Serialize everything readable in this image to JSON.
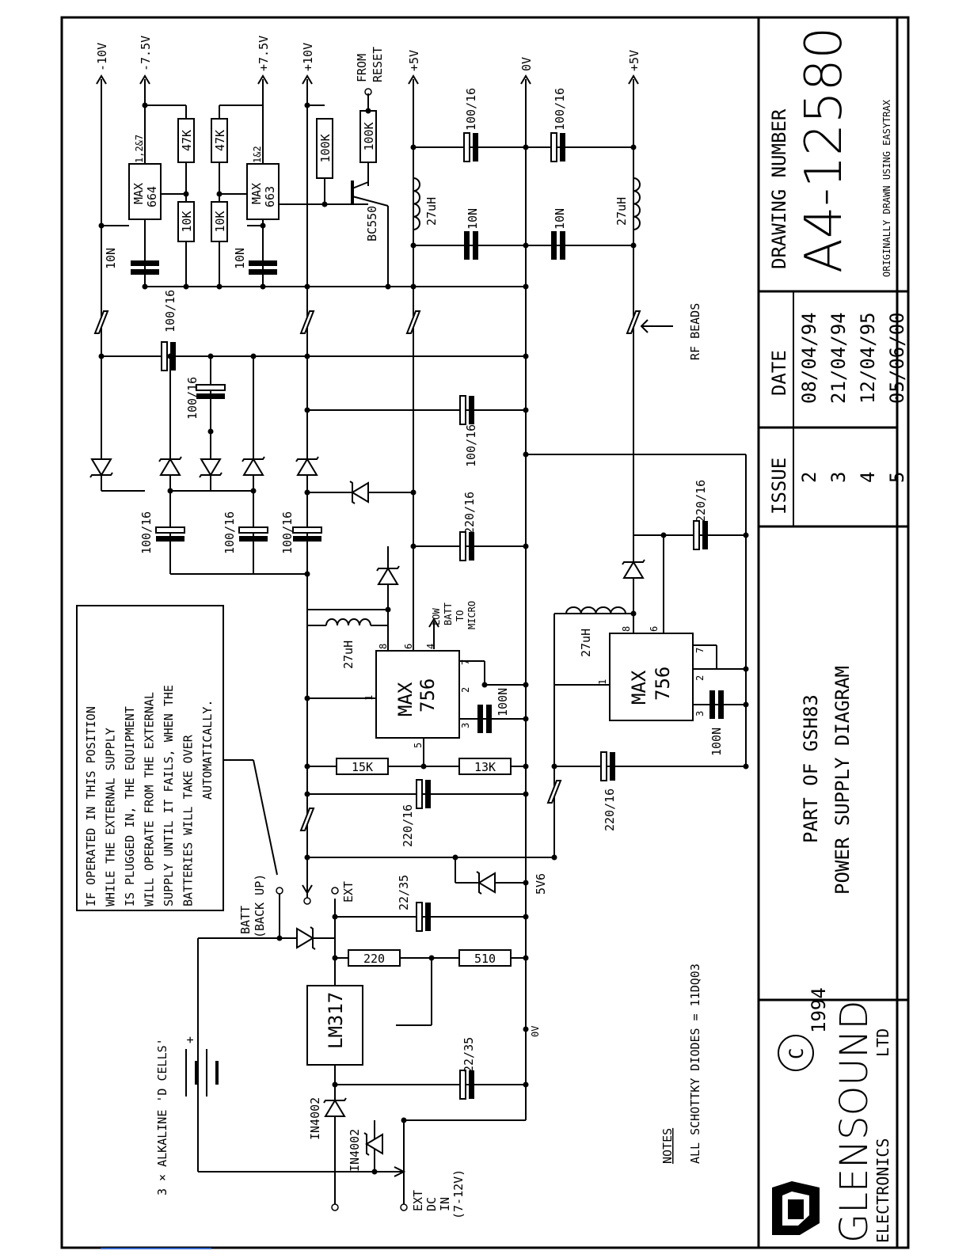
{
  "rails": {
    "neg10": "-10V",
    "neg7v5": "-7.5V",
    "pos7v5": "+7.5V",
    "pos10": "+10V",
    "from_reset": "FROM RESET",
    "pos5_a": "+5V",
    "zero": "0V",
    "pos5_b": "+5V"
  },
  "components": {
    "max664": "MAX 664",
    "max664_pins": "1,2&7",
    "max663": "MAX 663",
    "max663_pins": "1&2",
    "r47k": "47K",
    "r10k": "10K",
    "r100k": "100K",
    "q": "BC550",
    "c10n": "10N",
    "c100_16": "100/16",
    "c220_16": "220/16",
    "c22_35": "22/35",
    "c100n": "100N",
    "l27uh": "27uH",
    "max756": "MAX 756",
    "r15k": "15K",
    "r13k": "13K",
    "r220": "220",
    "r510": "510",
    "lm317": "LM317",
    "in4002": "IN4002",
    "low_batt": "LOW BATT TO MICRO",
    "rf_beads": "RF BEADS",
    "zener": "5V6",
    "zero_v": "0V",
    "batt_backup": "BATT (BACK UP)",
    "ext": "EXT",
    "ext_dc_in": "EXT DC IN (7-12V)",
    "cells": "3 × ALKALINE 'D CELLS'",
    "pin_labels": [
      "1",
      "2",
      "3",
      "4",
      "5",
      "6",
      "7",
      "8"
    ]
  },
  "note_box": [
    "IF OPERATED IN THIS POSITION",
    "WHILE THE EXTERNAL SUPPLY",
    "IS PLUGGED IN, THE EQUIPMENT",
    "WILL OPERATE FROM THE EXTERNAL",
    "SUPPLY UNTIL IT FAILS, WHEN THE",
    "BATTERIES WILL TAKE OVER",
    "AUTOMATICALLY."
  ],
  "notes": {
    "heading": "NOTES",
    "line": "ALL SCHOTTKY DIODES = 11DQ03"
  },
  "title_block": {
    "company1": "GLENSOUND",
    "company2": "ELECTRONICS",
    "company3": "LTD",
    "copyright_year": "1994",
    "copyright_symbol": "C",
    "part_of": "PART OF GSH83",
    "diagram_name": "POWER SUPPLY DIAGRAM",
    "issue_header": "ISSUE",
    "date_header": "DATE",
    "issues": [
      {
        "issue": "2",
        "date": "08/04/94"
      },
      {
        "issue": "3",
        "date": "21/04/94"
      },
      {
        "issue": "4",
        "date": "12/04/95"
      },
      {
        "issue": "5",
        "date": "05/06/00"
      }
    ],
    "drawing_number_label": "DRAWING NUMBER",
    "drawing_number": "A4-12580",
    "drawn_note": "ORIGINALLY DRAWN USING EASYTRAX"
  }
}
